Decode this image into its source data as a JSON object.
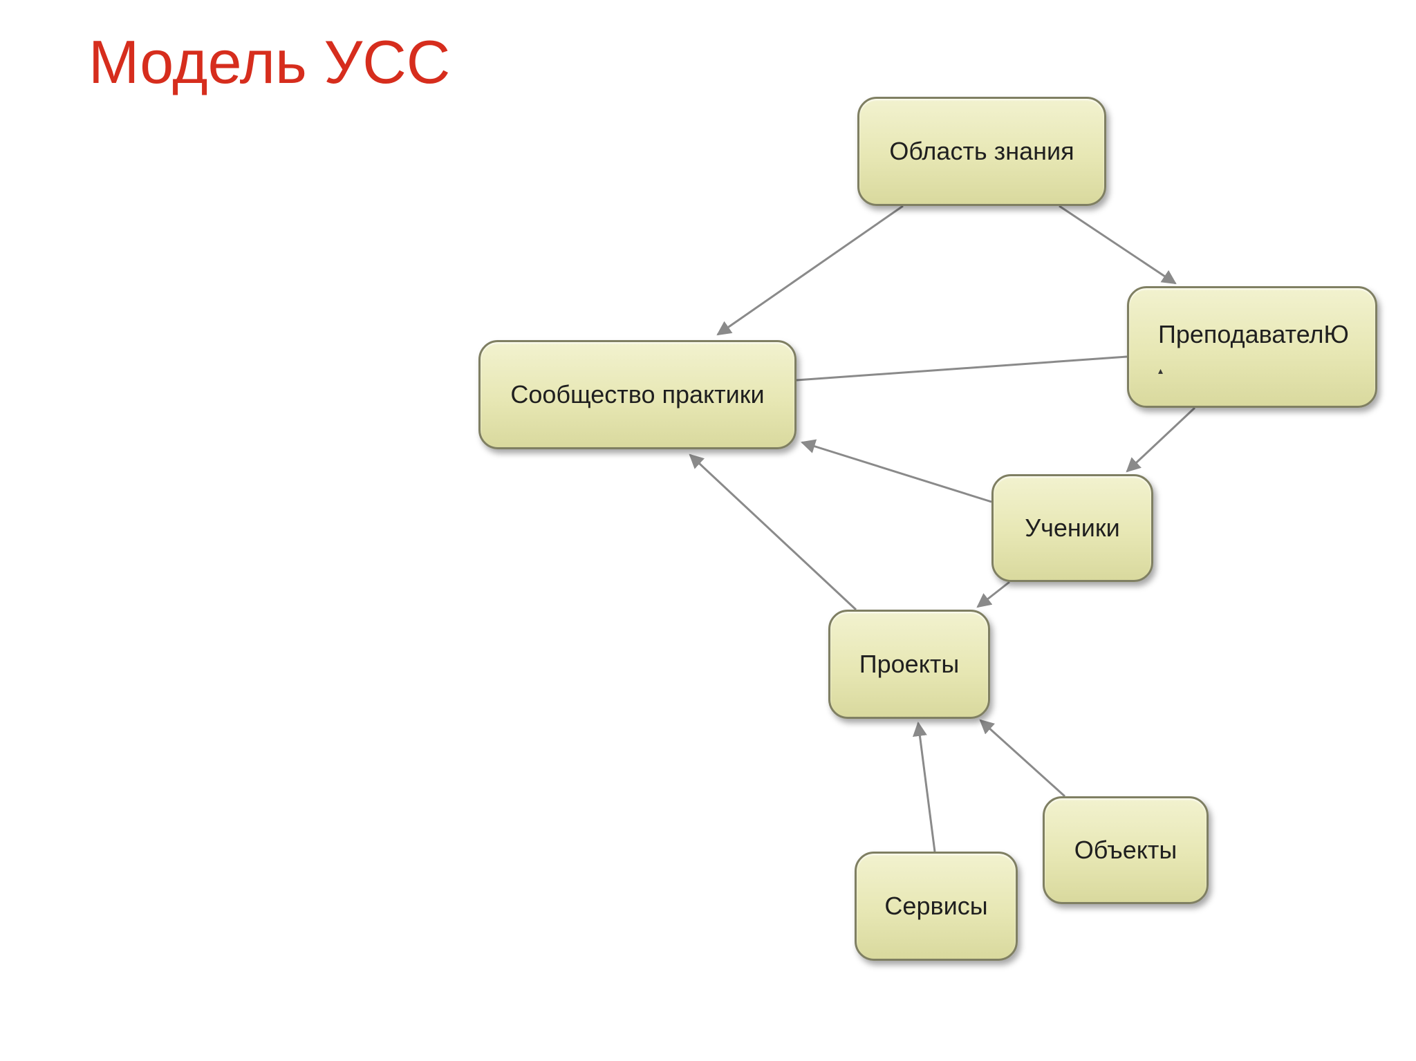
{
  "slide": {
    "title": "Модель УСС",
    "title_color": "#d62d1d"
  },
  "diagram": {
    "edge_color": "#8a8a8a",
    "nodes": {
      "knowledge": {
        "label": "Область знания"
      },
      "teacher": {
        "label": "ПреподавателЮ",
        "mark": "▴"
      },
      "community": {
        "label": "Сообщество практики"
      },
      "students": {
        "label": "Ученики"
      },
      "projects": {
        "label": "Проекты"
      },
      "objects": {
        "label": "Объекты"
      },
      "services": {
        "label": "Сервисы"
      }
    },
    "edges": [
      {
        "from": "knowledge",
        "to": "community",
        "arrow": true
      },
      {
        "from": "knowledge",
        "to": "teacher",
        "arrow": true
      },
      {
        "from": "teacher",
        "to": "community",
        "arrow": false
      },
      {
        "from": "teacher",
        "to": "students",
        "arrow": true
      },
      {
        "from": "students",
        "to": "community",
        "arrow": true
      },
      {
        "from": "students",
        "to": "projects",
        "arrow": true
      },
      {
        "from": "projects",
        "to": "community",
        "arrow": true
      },
      {
        "from": "services",
        "to": "projects",
        "arrow": true
      },
      {
        "from": "objects",
        "to": "projects",
        "arrow": true
      }
    ]
  }
}
